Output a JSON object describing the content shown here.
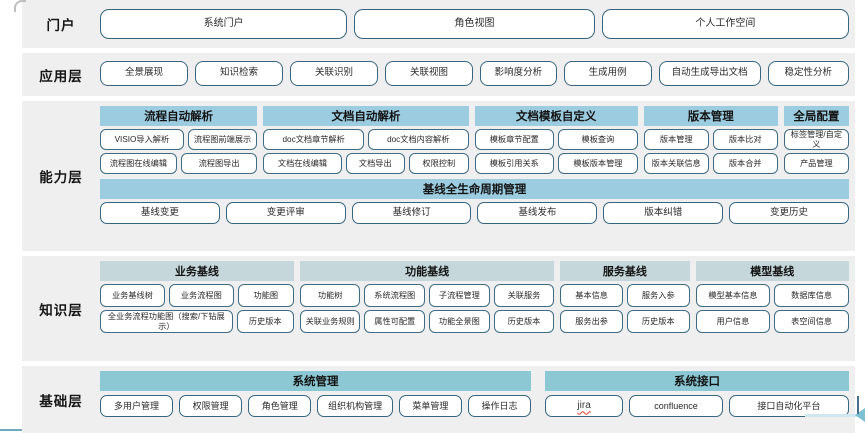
{
  "layers": [
    {
      "id": "portal",
      "label": "门户",
      "buttons": [
        {
          "label": "系统门户",
          "flex": 1.03
        },
        {
          "label": "角色视图",
          "flex": 1.0
        },
        {
          "label": "个人工作空间",
          "flex": 1.03
        }
      ]
    },
    {
      "id": "application",
      "label": "应用层",
      "buttons": [
        {
          "label": "全景展现",
          "flex": 1.0
        },
        {
          "label": "知识检索",
          "flex": 1.0
        },
        {
          "label": "关联识别",
          "flex": 1.0
        },
        {
          "label": "关联视图",
          "flex": 1.0
        },
        {
          "label": "影响度分析",
          "flex": 0.86
        },
        {
          "label": "生成用例",
          "flex": 1.0
        },
        {
          "label": "自动生成导出文档",
          "flex": 1.17
        },
        {
          "label": "稳定性分析",
          "flex": 0.92
        }
      ]
    },
    {
      "id": "capability",
      "label": "能力层",
      "groups": [
        {
          "header": "流程自动解析",
          "flex": 1.88,
          "rows": [
            [
              {
                "label": "VISIO导入解析",
                "flex": 1.1
              },
              {
                "label": "流程图前端展示",
                "flex": 0.9
              }
            ],
            [
              {
                "label": "流程图在线编辑",
                "flex": 1.0
              },
              {
                "label": "流程图导出",
                "flex": 1.0
              }
            ]
          ]
        },
        {
          "header": "文档自动解析",
          "flex": 2.45,
          "rows": [
            [
              {
                "label": "doc文档章节解析",
                "flex": 1.0
              },
              {
                "label": "doc文档内容解析",
                "flex": 1.0
              }
            ],
            [
              {
                "label": "文档在线编辑",
                "flex": 1.08
              },
              {
                "label": "文档导出",
                "flex": 0.8
              },
              {
                "label": "权限控制",
                "flex": 0.8
              }
            ]
          ]
        },
        {
          "header": "文档模板自定义",
          "flex": 1.95,
          "rows": [
            [
              {
                "label": "模板章节配置",
                "flex": 1.0
              },
              {
                "label": "模板查询",
                "flex": 1.0
              }
            ],
            [
              {
                "label": "模板引用关系",
                "flex": 1.0
              },
              {
                "label": "模板版本管理",
                "flex": 1.0
              }
            ]
          ]
        },
        {
          "header": "版本管理",
          "flex": 1.6,
          "rows": [
            [
              {
                "label": "版本管理",
                "flex": 1.0
              },
              {
                "label": "版本比对",
                "flex": 1.0
              }
            ],
            [
              {
                "label": "版本关联信息",
                "flex": 1.0
              },
              {
                "label": "版本合并",
                "flex": 1.0
              }
            ]
          ]
        },
        {
          "header": "全局配置",
          "flex": 0.78,
          "rows": [
            [
              {
                "label": "标签管理/自定义",
                "flex": 1.0
              }
            ],
            [
              {
                "label": "产品管理",
                "flex": 1.0
              }
            ]
          ]
        }
      ],
      "lifecycle": {
        "header": "基线全生命周期管理",
        "buttons": [
          {
            "label": "基线变更"
          },
          {
            "label": "变更评审"
          },
          {
            "label": "基线修订"
          },
          {
            "label": "基线发布"
          },
          {
            "label": "版本纠错"
          },
          {
            "label": "变更历史"
          }
        ]
      }
    },
    {
      "id": "knowledge",
      "label": "知识层",
      "groups": [
        {
          "header": "业务基线",
          "flex": 1.92,
          "rows": [
            [
              {
                "label": "业务基线树",
                "flex": 1.0
              },
              {
                "label": "业务流程图",
                "flex": 1.0
              },
              {
                "label": "功能图",
                "flex": 0.85
              }
            ],
            [
              {
                "label": "全业务流程功能图（搜索/下钻展示）",
                "flex": 2.1
              },
              {
                "label": "历史版本",
                "flex": 0.85
              }
            ]
          ]
        },
        {
          "header": "功能基线",
          "flex": 2.52,
          "rows": [
            [
              {
                "label": "功能树",
                "flex": 1.0
              },
              {
                "label": "系统流程图",
                "flex": 1.0
              },
              {
                "label": "子流程管理",
                "flex": 1.0
              },
              {
                "label": "关联服务",
                "flex": 1.0
              }
            ],
            [
              {
                "label": "关联业务规则",
                "flex": 1.0
              },
              {
                "label": "属性可配置",
                "flex": 1.0
              },
              {
                "label": "功能全景图",
                "flex": 1.0
              },
              {
                "label": "历史版本",
                "flex": 1.0
              }
            ]
          ]
        },
        {
          "header": "服务基线",
          "flex": 1.28,
          "rows": [
            [
              {
                "label": "基本信息",
                "flex": 1.0
              },
              {
                "label": "服务入参",
                "flex": 1.0
              }
            ],
            [
              {
                "label": "服务出参",
                "flex": 1.0
              },
              {
                "label": "历史版本",
                "flex": 1.0
              }
            ]
          ]
        },
        {
          "header": "模型基线",
          "flex": 1.52,
          "rows": [
            [
              {
                "label": "模型基本信息",
                "flex": 1.0
              },
              {
                "label": "数据库信息",
                "flex": 1.0
              }
            ],
            [
              {
                "label": "用户信息",
                "flex": 1.0
              },
              {
                "label": "表空间信息",
                "flex": 1.0
              }
            ]
          ]
        }
      ]
    },
    {
      "id": "foundation",
      "label": "基础层",
      "groups": [
        {
          "header": "系统管理",
          "flex": 1.22,
          "buttons": [
            {
              "label": "多用户管理",
              "flex": 1.08
            },
            {
              "label": "权限管理",
              "flex": 0.92
            },
            {
              "label": "角色管理",
              "flex": 0.92
            },
            {
              "label": "组织机构管理",
              "flex": 1.12
            },
            {
              "label": "菜单管理",
              "flex": 0.92
            },
            {
              "label": "操作日志",
              "flex": 0.92
            }
          ]
        },
        {
          "header": "系统接口",
          "flex": 0.86,
          "buttons": [
            {
              "label": "jira",
              "flex": 0.82,
              "style": "jira"
            },
            {
              "label": "confluence",
              "flex": 1.0
            },
            {
              "label": "接口自动化平台",
              "flex": 1.3
            }
          ]
        }
      ]
    }
  ],
  "colors": {
    "row_bg": "#efefef",
    "cap_header": "#9cccdf",
    "know_header": "#c5d7da",
    "base_header": "#8bc8d4",
    "pill_border": "#37657f",
    "text": "#1b1b1b",
    "spell_error": "#e23b2e"
  }
}
